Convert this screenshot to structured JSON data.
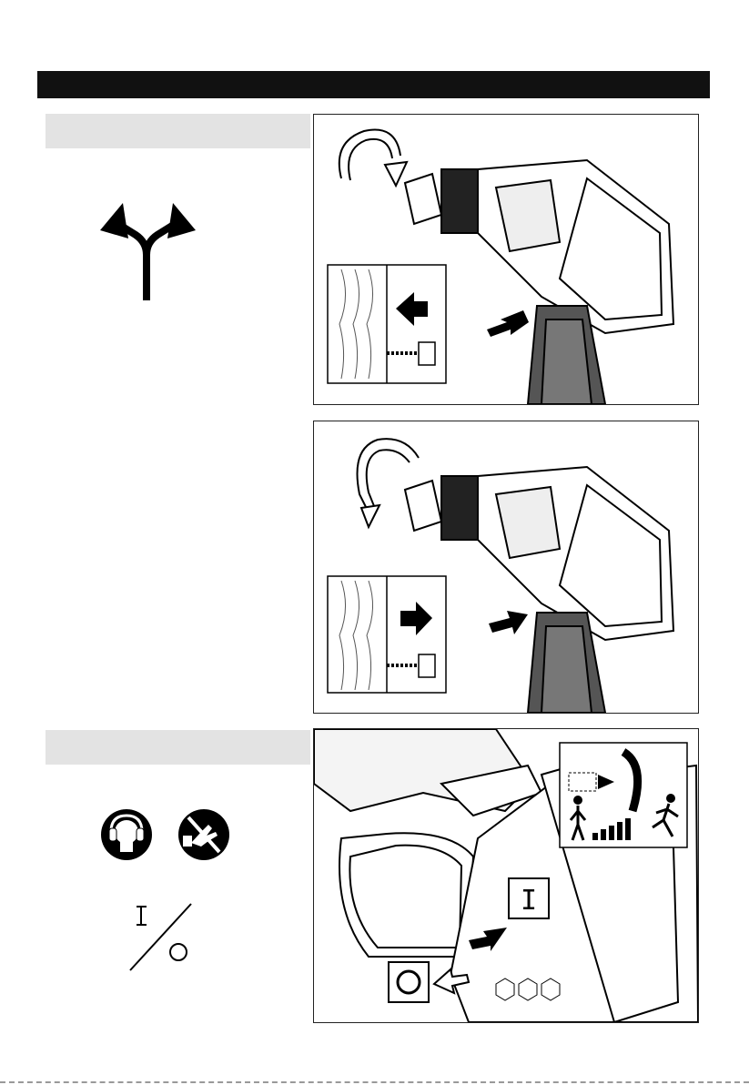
{
  "page": {
    "header_bar_color": "#111111",
    "tab_color": "#e3e3e3"
  },
  "sections": [
    {
      "name": "direction-selection",
      "icon": "direction-fork-icon"
    },
    {
      "name": "on-off-switch",
      "icons": [
        "ear-protection-icon",
        "no-hand-contact-icon",
        "on-off-symbol-icon"
      ]
    }
  ],
  "figures": {
    "forward_rotation": {
      "rotation": "clockwise",
      "inset": "screw-in-arrow-left"
    },
    "reverse_rotation": {
      "rotation": "counterclockwise",
      "inset": "screw-out-arrow-right"
    },
    "trigger": {
      "on_label": "I",
      "off_label": "O"
    }
  },
  "symbols": {
    "on": "I",
    "off": "O"
  }
}
